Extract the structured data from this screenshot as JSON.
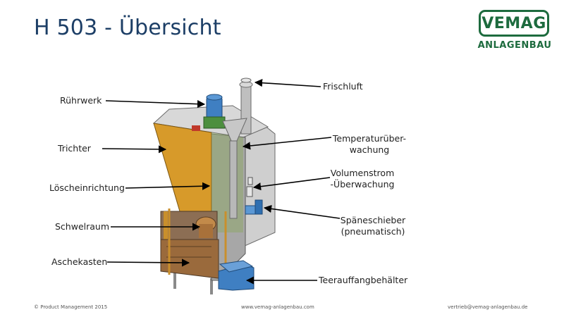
{
  "title": "H 503 - Übersicht",
  "logo": {
    "name": "VEMAG",
    "subtitle": "ANLAGENBAU"
  },
  "labels": {
    "frischluft": "Frischluft",
    "ruehrwerk": "Rührwerk",
    "trichter": "Trichter",
    "temperatur_1": "Temperaturüber-",
    "temperatur_2": "wachung",
    "volumen_1": "Volumenstrom",
    "volumen_2": "-Überwachung",
    "loescheinrichtung": "Löscheinrichtung",
    "spaene_1": "Späneschieber",
    "spaene_2": "(pneumatisch)",
    "schwelraum": "Schwelraum",
    "aschekasten": "Aschekasten",
    "teer": "Teerauffangbehälter"
  },
  "footer": {
    "copyright": "© Product Management 2015",
    "website": "www.vemag-anlagenbau.com",
    "email": "vertrieb@vemag-anlagenbau.de"
  },
  "colors": {
    "title": "#1c3e66",
    "brand": "#1d6b3e",
    "hopper": "#d79a2a",
    "housing": "#9a9a9a",
    "motor": "#3f7fc2",
    "ash": "#9a6a3c"
  }
}
